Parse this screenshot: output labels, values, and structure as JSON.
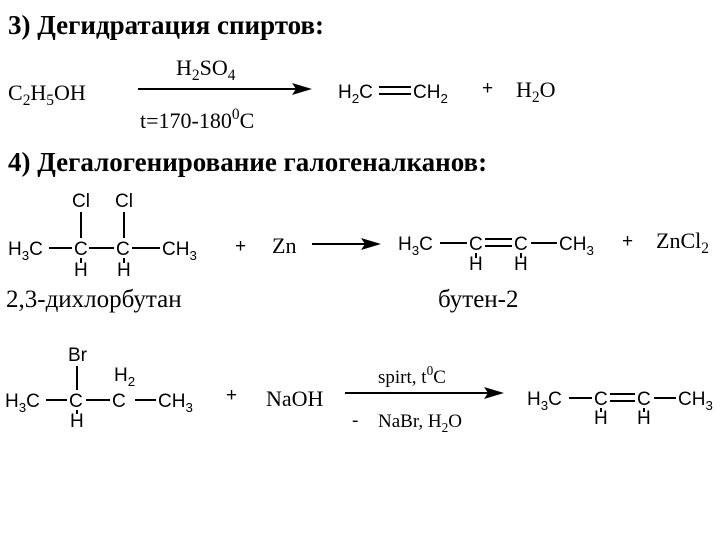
{
  "section3": {
    "heading": "3) Дегидратация спиртов:",
    "reactant": [
      "C",
      "2",
      "H",
      "5",
      "OH"
    ],
    "reagent_top": [
      "H",
      "2",
      "SO",
      "4"
    ],
    "condition_bottom": [
      "t=170-180",
      "0",
      "C"
    ],
    "product_left": [
      "H",
      "2",
      "C"
    ],
    "product_right": [
      "CH",
      "2"
    ],
    "plus": "+",
    "byproduct": [
      "H",
      "2",
      "O"
    ]
  },
  "section4": {
    "heading": "4) Дегалогенирование галогеналканов:",
    "reactant1": {
      "left_group": [
        "H",
        "3",
        "C"
      ],
      "c": "C",
      "cl": "Cl",
      "h": "H",
      "right_group": [
        "CH",
        "3"
      ]
    },
    "plus1": "+",
    "reagent": "Zn",
    "product1": {
      "left_group": [
        "H",
        "3",
        "C"
      ],
      "c": "C",
      "h": "H",
      "right_group": [
        "CH",
        "3"
      ]
    },
    "plus2": "+",
    "byproduct": [
      "ZnCl",
      "2"
    ],
    "reactant_name": "2,3-дихлорбутан",
    "product_name": "бутен-2"
  },
  "section5": {
    "reactant": {
      "left_group": [
        "H",
        "3",
        "C"
      ],
      "br": "Br",
      "c": "C",
      "h": "H",
      "h2": [
        "H",
        "2"
      ],
      "right_group": [
        "CH",
        "3"
      ]
    },
    "plus": "+",
    "reagent": "NaOH",
    "condition_top": [
      "spirt, t",
      "0",
      "C"
    ],
    "minus": "-",
    "condition_bottom": [
      "NaBr, H",
      "2",
      "O"
    ],
    "product": {
      "left_group": [
        "H",
        "3",
        "C"
      ],
      "c": "C",
      "h": "H",
      "right_group": [
        "CH",
        "3"
      ]
    }
  }
}
